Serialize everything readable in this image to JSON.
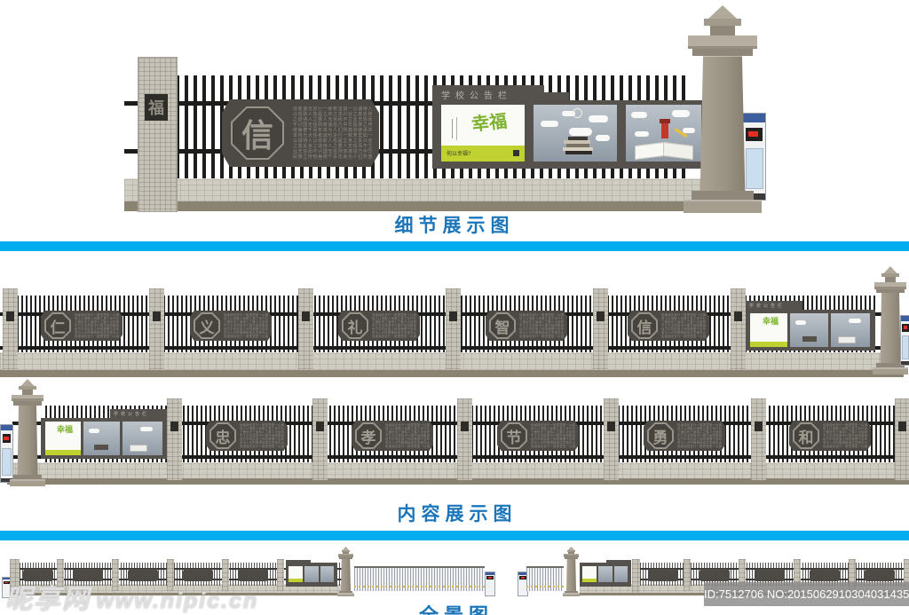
{
  "labels": {
    "detail": "细节展示图",
    "content": "内容展示图",
    "panorama": "全景图"
  },
  "colors": {
    "accent_cyan": "#00aeef",
    "label_blue": "#1a75bb",
    "panel_dark": "#4d4a46",
    "pillar_brick": "#c6c2b7",
    "column_taupe": "#9b9384",
    "poster_green": "#8dc63f"
  },
  "boards": {
    "title": "学校公告栏",
    "poster1_title": "幸福",
    "poster1_caption": "何以幸福?"
  },
  "detail_section": {
    "feature_char": "信",
    "pillar_emblem_char": "福"
  },
  "content_section": {
    "row1_chars": [
      "仁",
      "义",
      "礼",
      "智",
      "信"
    ],
    "row2_chars": [
      "忠",
      "孝",
      "节",
      "勇",
      "和"
    ]
  },
  "filler_text": "信者诚也言行一致表里如一以诚待人以信取人信是立身之本兴业之基处世之道待人之要人无信而不立业无信而不兴国无信则衰诚信乃中华民族之传统美德千百年来为人们所尊崇继承并发扬光大信者诚也言行一致表里如一以诚待人以信取人信是立身之本兴业之基处世之道待人之要人无信而不立业无信而不兴国无信则衰诚信乃中华民族之传统美德千百年来为人们所尊崇继承并发扬光大信者诚也言行一致表里如一以诚待人以信取人信是立身之本兴业之基处世之道待人之要",
  "watermarks": {
    "site": "昵享网",
    "url": "www.nipic.cn",
    "id_text": "ID:7512706 NO:20150629103040314353"
  }
}
